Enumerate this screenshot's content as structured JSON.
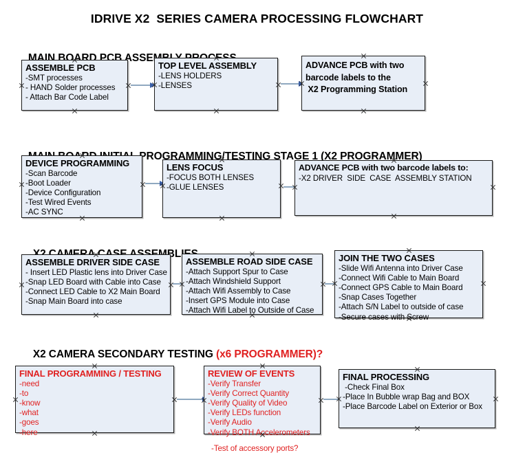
{
  "document": {
    "title": "IDRIVE X2  SERIES CAMERA PROCESSING FLOWCHART"
  },
  "colors": {
    "box_fill": "#e8eef7",
    "box_border": "#1a1a1a",
    "arrow_line": "#8fa8c0",
    "arrow_head": "#3a5fa8",
    "red_accent": "#e02020",
    "text": "#000000"
  },
  "sections": [
    {
      "id": "main-board-pcb-assembly",
      "heading": "MAIN BOARD PCB ASSEMBLY PROCESS",
      "heading_red": "",
      "boxes": [
        {
          "id": "assemble-pcb",
          "title": "ASSEMBLE PCB",
          "lines": [
            "-SMT processes",
            "- HAND Solder processes",
            "- Attach Bar Code Label"
          ]
        },
        {
          "id": "top-level-assembly",
          "title": "TOP LEVEL ASSEMBLY",
          "lines": [
            "-LENS HOLDERS",
            "-LENSES"
          ]
        },
        {
          "id": "advance-pcb-programming-station",
          "title": "ADVANCE PCB with two",
          "lines": [
            "barcode labels to the",
            " X2 Programming Station"
          ]
        }
      ]
    },
    {
      "id": "main-board-initial-programming",
      "heading": "MAIN BOARD INITIAL PROGRAMMING/TESTING STAGE 1 (X2 PROGRAMMER)",
      "heading_red": "",
      "boxes": [
        {
          "id": "device-programming",
          "title": "DEVICE PROGRAMMING",
          "lines": [
            "-Scan Barcode",
            "-Boot Loader",
            "-Device Configuration",
            "-Test Wired Events",
            "-AC SYNC"
          ]
        },
        {
          "id": "lens-focus",
          "title": "LENS FOCUS",
          "lines": [
            "-FOCUS BOTH LENSES",
            "-GLUE LENSES"
          ]
        },
        {
          "id": "advance-pcb-driver-side-case",
          "title": "ADVANCE PCB with two barcode labels to:",
          "lines": [
            "-X2 DRIVER  SIDE  CASE  ASSEMBLY STATION"
          ]
        }
      ]
    },
    {
      "id": "x2-camera-case-assemblies",
      "heading": "X2 CAMERA CASE ASSEMBLIES",
      "heading_red": "",
      "boxes": [
        {
          "id": "assemble-driver-side-case",
          "title": "ASSEMBLE DRIVER SIDE CASE",
          "lines": [
            "- Insert LED Plastic lens into Driver Case",
            "-Snap LED Board with Cable into Case",
            "-Connect LED Cable to X2 Main Board",
            "-Snap Main Board into case"
          ]
        },
        {
          "id": "assemble-road-side-case",
          "title": "ASSEMBLE ROAD SIDE CASE",
          "lines": [
            "-Attach Support Spur to Case",
            "-Attach Windshield Support",
            "-Attach Wifi Assembly to Case",
            "-Insert GPS Module into Case",
            "-Attach Wifi Label to Outside of Case"
          ]
        },
        {
          "id": "join-the-two-cases",
          "title": "JOIN THE TWO CASES",
          "lines": [
            "-Slide Wifi Antenna into Driver Case",
            "-Connect Wifi Cable to Main Board",
            "-Connect GPS Cable to Main Board",
            "-Snap Cases Together",
            "-Attach S/N Label to outside of case",
            "-Secure cases with Screw"
          ]
        }
      ]
    },
    {
      "id": "x2-camera-secondary-testing",
      "heading": "X2 CAMERA SECONDARY TESTING ",
      "heading_red": "(x6 PROGRAMMER)?",
      "boxes": [
        {
          "id": "final-programming-testing",
          "title": "FINAL PROGRAMMING / TESTING",
          "lines": [
            "-need",
            "-to",
            "-know",
            "-what",
            "-goes",
            "-here"
          ]
        },
        {
          "id": "review-of-events",
          "title": "REVIEW OF EVENTS",
          "lines": [
            "-Verify Transfer",
            "-Verify Correct Quantity",
            "-Verify Quality of Video",
            "-Verify LEDs function",
            "-Verify Audio",
            "-Verify BOTH Accelerometers"
          ],
          "overflow_line": "-Test of accessory ports?"
        },
        {
          "id": "final-processing",
          "title": "FINAL PROCESSING",
          "lines": [
            " -Check Final Box",
            "-Place In Bubble wrap Bag and BOX",
            "-Place Barcode Label on Exterior or Box"
          ]
        }
      ]
    }
  ]
}
